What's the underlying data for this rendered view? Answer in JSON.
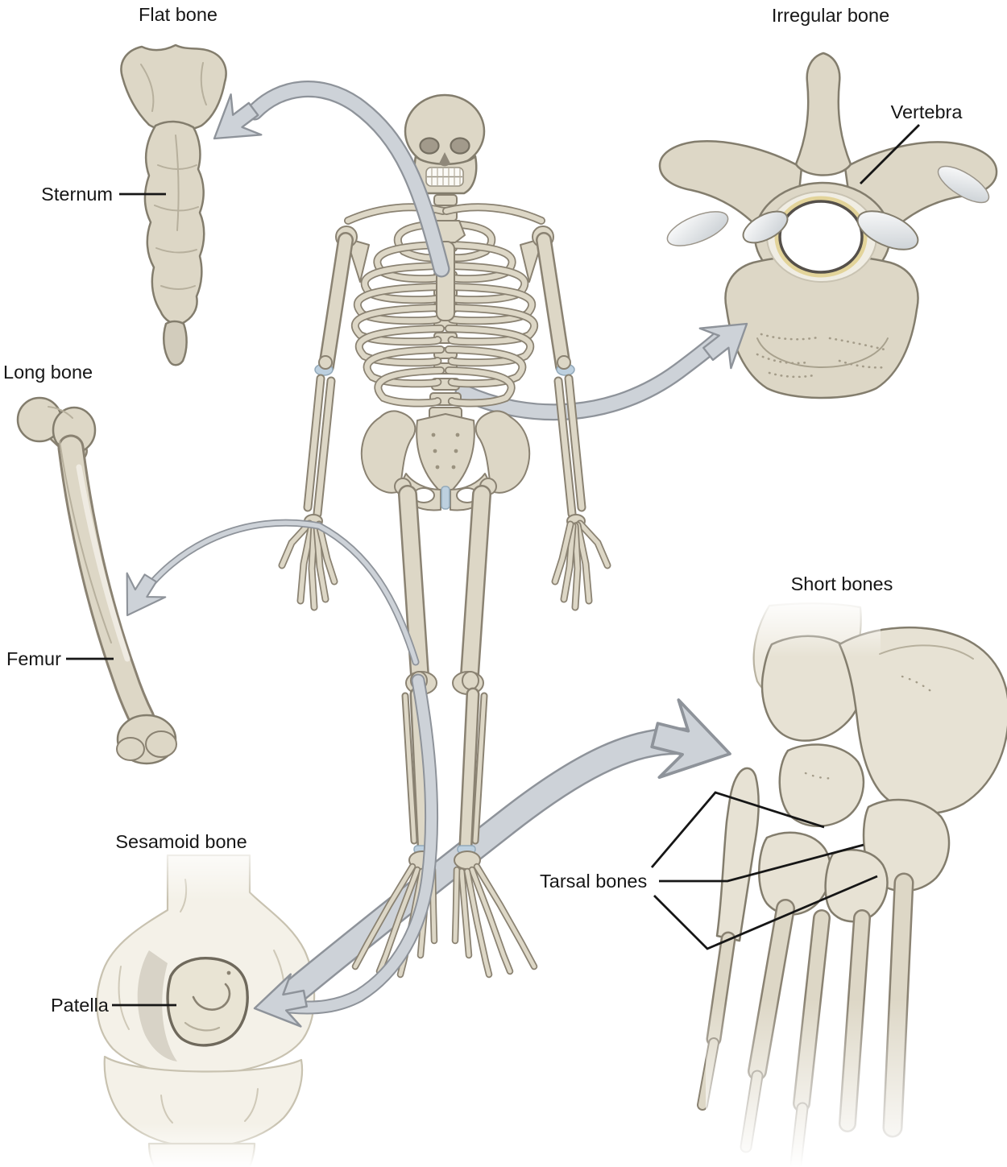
{
  "figure": {
    "kind": "anatomy-bone-classification-diagram",
    "labels": {
      "flat_bone": "Flat bone",
      "sternum": "Sternum",
      "irregular_bone": "Irregular bone",
      "vertebra": "Vertebra",
      "long_bone": "Long bone",
      "femur": "Femur",
      "short_bones": "Short bones",
      "tarsal_bones": "Tarsal bones",
      "sesamoid_bone": "Sesamoid bone",
      "patella": "Patella"
    },
    "colors": {
      "background": "#ffffff",
      "bone_fill": "#ddd7c6",
      "bone_fill_light": "#eeeadf",
      "bone_outline": "#837d6d",
      "arrow_fill": "#cdd2d8",
      "arrow_outline": "#8e939a",
      "cartilage_blue": "#bdd0df",
      "foramen_ring_yellow": "#e3d49a",
      "label_text": "#161616"
    }
  }
}
